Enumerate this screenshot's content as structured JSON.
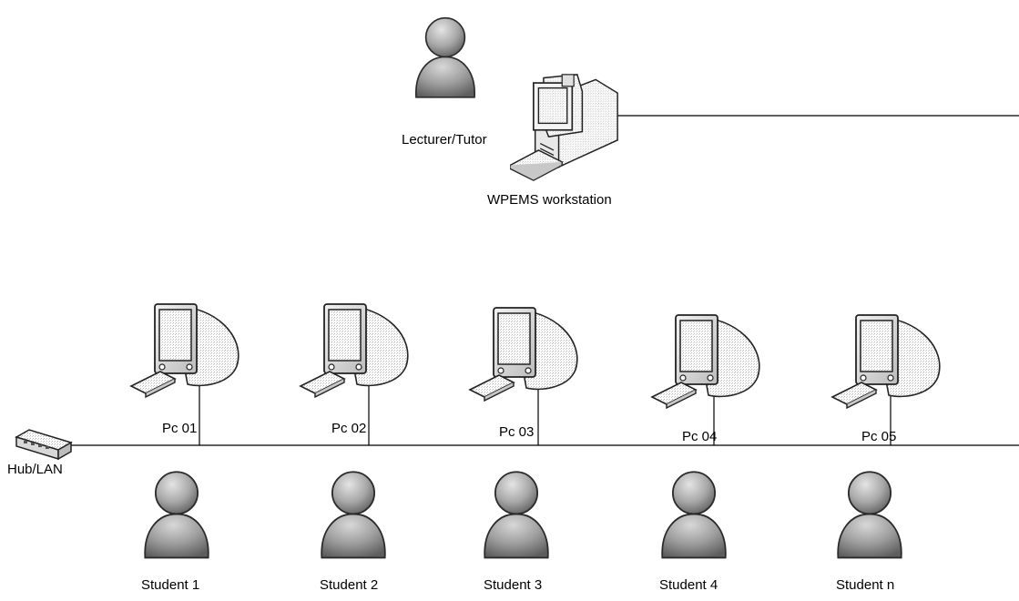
{
  "lecturer": {
    "label": "Lecturer/Tutor"
  },
  "workstation": {
    "label": "WPEMS workstation"
  },
  "hub": {
    "label": "Hub/LAN"
  },
  "pcs": [
    {
      "label": "Pc 01"
    },
    {
      "label": "Pc 02"
    },
    {
      "label": "Pc 03"
    },
    {
      "label": "Pc 04"
    },
    {
      "label": "Pc 05"
    }
  ],
  "students": [
    {
      "label": "Student 1"
    },
    {
      "label": "Student 2"
    },
    {
      "label": "Student 3"
    },
    {
      "label": "Student 4"
    },
    {
      "label": "Student n"
    }
  ],
  "icons": {
    "person": "user-icon",
    "desktop": "desktop-computer-icon",
    "pc": "monitor-icon",
    "keyboard": "keyboard-icon",
    "hub": "network-hub-icon"
  }
}
